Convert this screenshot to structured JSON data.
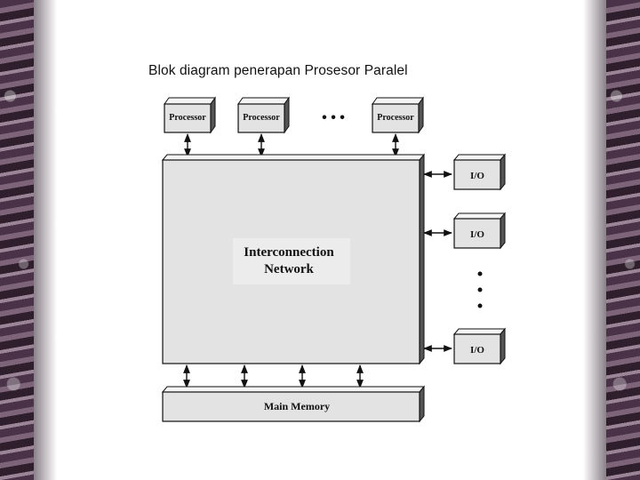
{
  "slide": {
    "title": "Blok diagram penerapan Prosesor Paralel"
  },
  "diagram": {
    "processor_label": "Processor",
    "ellipsis": "• • •",
    "network_line1": "Interconnection",
    "network_line2": "Network",
    "io_label": "I/O",
    "memory_label": "Main Memory"
  },
  "colors": {
    "box_fill": "#e3e3e3",
    "box_shadow": "#4a4a4a",
    "stroke": "#111111"
  }
}
